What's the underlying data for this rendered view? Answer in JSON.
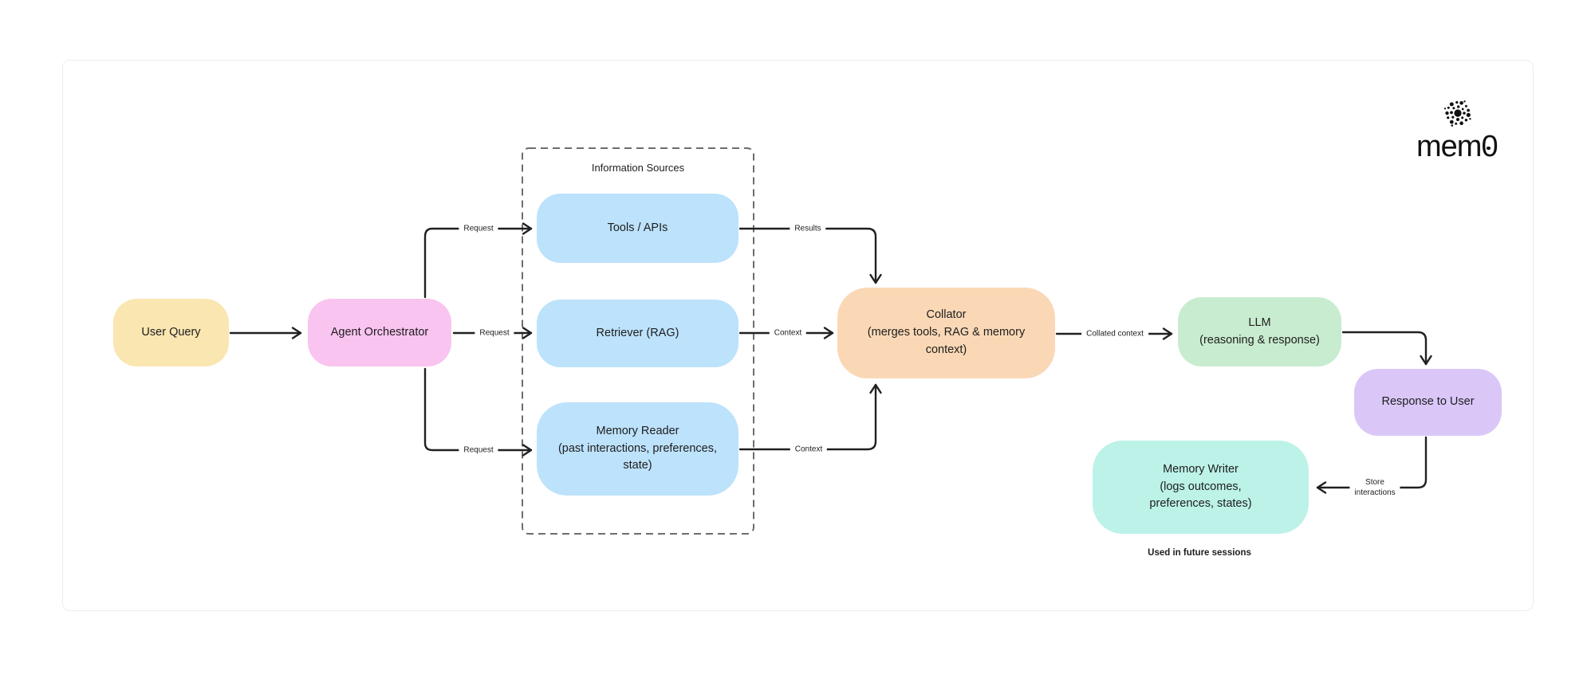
{
  "logo": {
    "icon": "mem0-dots-icon",
    "wordmark": "mem0"
  },
  "diagram": {
    "group": {
      "title": "Information Sources"
    },
    "nodes": {
      "user_query": {
        "label": "User Query",
        "bg": "#FAE6B1"
      },
      "agent_orchestrator": {
        "label": "Agent Orchestrator",
        "bg": "#F9C4EF"
      },
      "tools_apis": {
        "label": "Tools / APIs",
        "bg": "#BDE2FB"
      },
      "retriever": {
        "label": "Retriever (RAG)",
        "bg": "#BDE2FB"
      },
      "memory_reader": {
        "label": "Memory Reader\n(past interactions, preferences,\nstate)",
        "bg": "#BDE2FB"
      },
      "collator": {
        "label": "Collator\n(merges tools, RAG & memory\ncontext)",
        "bg": "#FAD8B5"
      },
      "llm": {
        "label": "LLM\n(reasoning & response)",
        "bg": "#C8ECCF"
      },
      "response_to_user": {
        "label": "Response to User",
        "bg": "#DAC7F8"
      },
      "memory_writer": {
        "label": "Memory Writer\n(logs outcomes,\npreferences, states)",
        "bg": "#BCF2E8"
      }
    },
    "edge_labels": {
      "request_top": "Request",
      "request_mid": "Request",
      "request_bottom": "Request",
      "results": "Results",
      "context_retriever": "Context",
      "context_memory": "Context",
      "collated_context": "Collated context",
      "store_interactions": "Store\ninteractions"
    },
    "annotation": "Used in future sessions",
    "colors": {
      "edge_line": "#202020",
      "dashed_border": "#6d6d6d",
      "canvas_border": "#ececec",
      "text": "#1d1d1f"
    }
  }
}
